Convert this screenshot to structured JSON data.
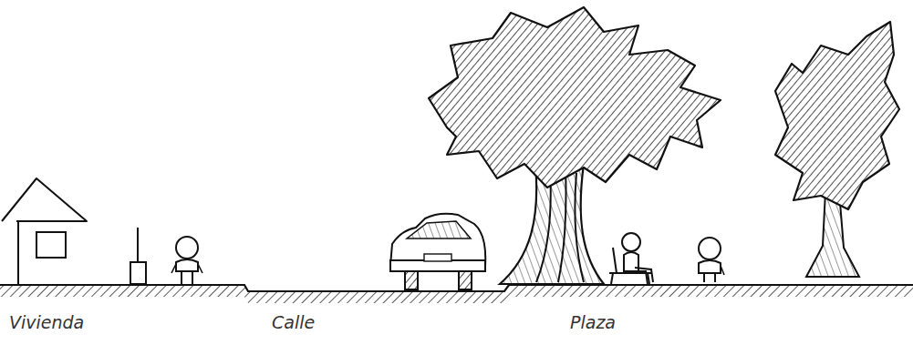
{
  "diagram": {
    "labels": [
      "Vivienda",
      "Calle",
      "Plaza"
    ]
  }
}
